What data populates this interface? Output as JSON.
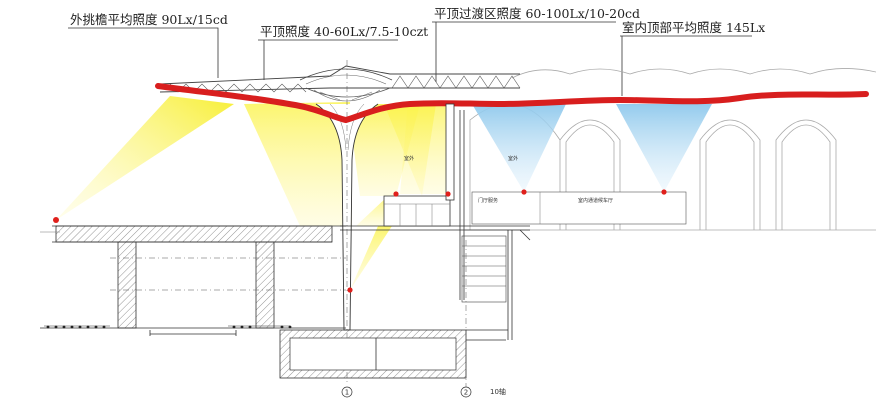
{
  "annotations": {
    "eave": "外挑檐平均照度 90Lx/15cd",
    "roof": "平顶照度 40-60Lx/7.5-10czt",
    "transition": "平顶过渡区照度 60-100Lx/10-20cd",
    "indoor": "室内顶部平均照度 145Lx"
  },
  "small_labels": {
    "outdoor_1": "室外",
    "outdoor_2": "室外",
    "room_1": "门厅服务",
    "room_2": "室内通道候车厅",
    "grid_a": "1",
    "grid_b": "2",
    "grid_c": "10轴"
  },
  "colors": {
    "roof_line": "#d81e1e",
    "light_yellow": "#f6ef3c",
    "light_blue": "#9fd0ee",
    "fixture": "#e0201c"
  }
}
